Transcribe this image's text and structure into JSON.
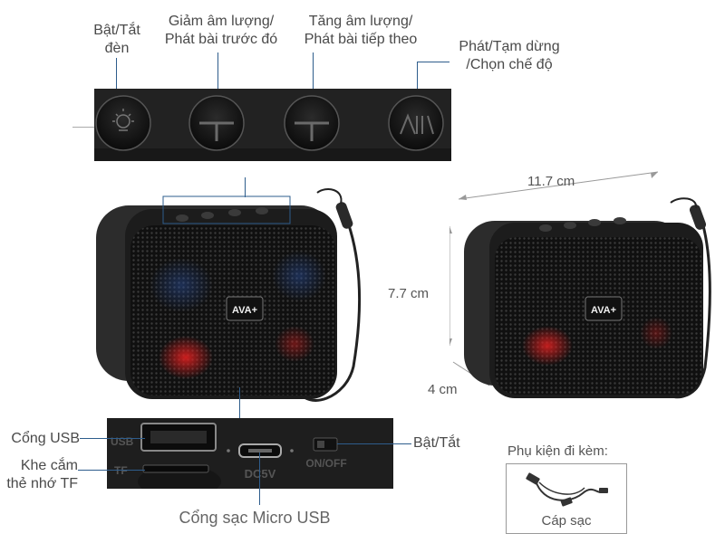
{
  "brand": "AVA+",
  "callouts": {
    "light": "Bật/Tắt\nđèn",
    "vol_down": "Giảm âm lượng/\nPhát bài trước đó",
    "vol_up": "Tăng âm lượng/\nPhát bài tiếp theo",
    "play": "Phát/Tạm dừng\n/Chọn chế độ",
    "usb_port": "Cổng USB",
    "tf_slot": "Khe cắm\nthẻ nhớ TF",
    "power_switch": "Bật/Tắt",
    "charge_port": "Cổng sạc Micro USB"
  },
  "dimensions": {
    "width": "11.7 cm",
    "height": "7.7 cm",
    "depth": "4 cm"
  },
  "panel_labels": {
    "usb": "USB",
    "tf": "TF",
    "dc": "DC5V",
    "switch": "ON/OFF"
  },
  "accessories": {
    "title": "Phụ kiện đi kèm:",
    "item": "Cáp sạc"
  },
  "colors": {
    "leader": "#2e5d8c",
    "speaker_body": "#1f1f1f",
    "grille": "#2a2a2a",
    "led": "#c81e1e"
  }
}
